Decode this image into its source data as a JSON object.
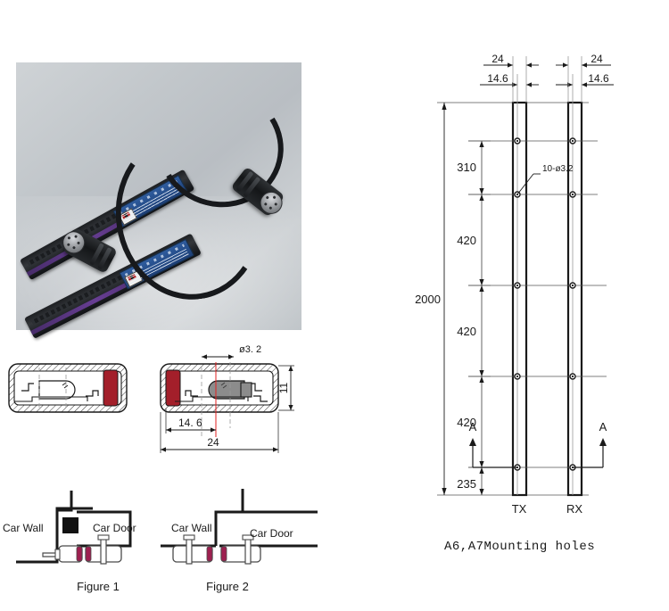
{
  "product_photo": {
    "alt": "two black elevator light curtain sensor bars with coiled cables and 5-pin DIN connectors",
    "bars": [
      {
        "name": "transmitter-bar",
        "label_text": ""
      },
      {
        "name": "receiver-bar",
        "label_text": ""
      }
    ],
    "connector_pin_count": 5
  },
  "cross_sections": {
    "left_view": {
      "name": "profile-section-left",
      "strip_side": "right"
    },
    "right_view": {
      "name": "profile-section-right",
      "strip_side": "left",
      "dimensions": {
        "hole_dia": "ø3. 2",
        "inner_width": "14. 6",
        "outer_width": "24",
        "height": "11"
      }
    },
    "colors": {
      "strip": "#a31f2a",
      "lens": "#8c8c8c",
      "outline": "#1a1a1a",
      "centerline_red": "#e02020"
    }
  },
  "mounting_figures": {
    "figure_1": {
      "caption": "Figure 1",
      "labels": {
        "wall": "Car Wall",
        "door": "Car Door"
      }
    },
    "figure_2": {
      "caption": "Figure 2",
      "labels": {
        "wall": "Car Wall",
        "door": "Car Door"
      }
    },
    "strip_color": "#9e2050"
  },
  "mounting_drawing": {
    "caption": "A6,A7Mounting holes",
    "bars": [
      {
        "id": "tx",
        "label": "TX"
      },
      {
        "id": "rx",
        "label": "RX"
      }
    ],
    "horizontal_dimensions": [
      {
        "value": "24",
        "side": "left"
      },
      {
        "value": "24",
        "side": "right"
      },
      {
        "value": "14.6",
        "side": "left"
      },
      {
        "value": "14.6",
        "side": "right"
      }
    ],
    "vertical_dimensions": [
      {
        "value": "310"
      },
      {
        "value": "420"
      },
      {
        "value": "420"
      },
      {
        "value": "420"
      },
      {
        "value": "235"
      }
    ],
    "overall_length": "2000",
    "hole_callout": "10-ø3.2",
    "hole_count_per_bar": 5,
    "section_markers": [
      {
        "label": "A",
        "side": "left"
      },
      {
        "label": "A",
        "side": "right"
      }
    ],
    "colors": {
      "line": "#1a1a1a",
      "thin_line": "#555555"
    }
  }
}
